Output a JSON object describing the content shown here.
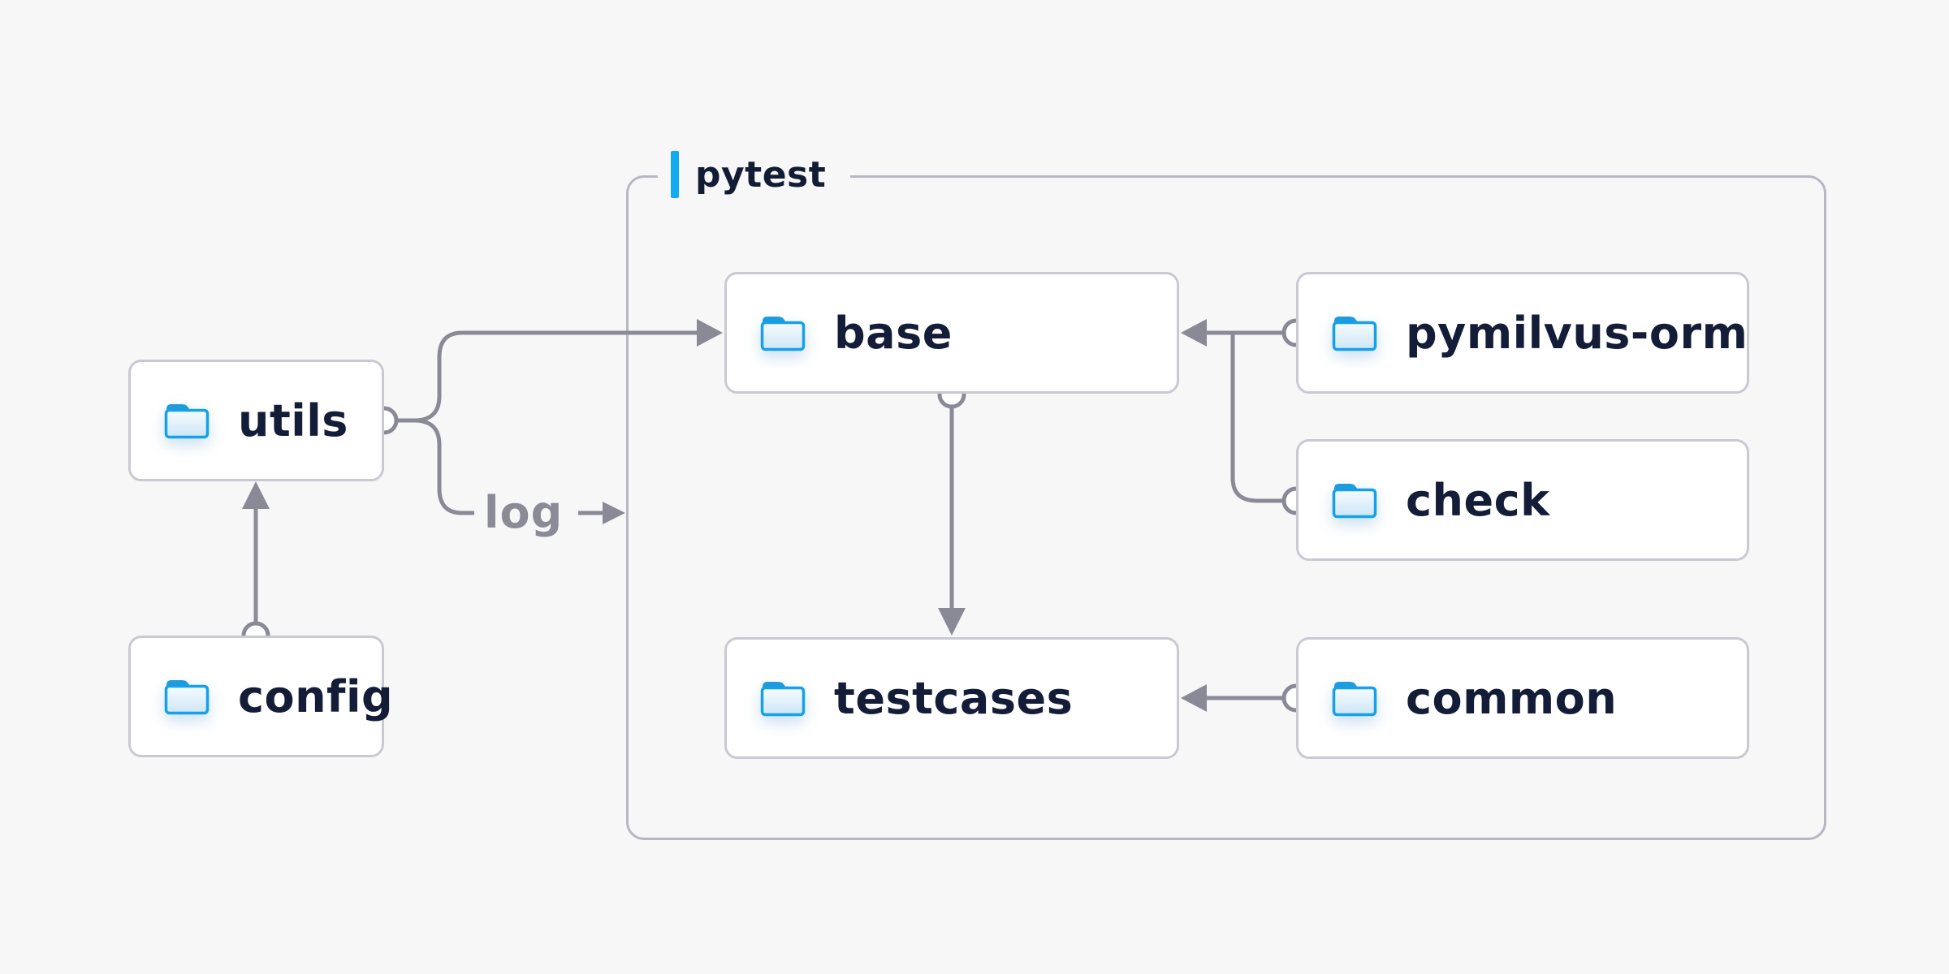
{
  "diagram": {
    "background_color": "#f7f7f8",
    "colors": {
      "accent_blue": "#13aaf0",
      "folder_blue_stroke": "#14a1e9",
      "folder_tab_blue": "#1f9ada",
      "text_navy": "#141d38",
      "connector_gray": "#8a8a97",
      "node_border": "#c9c9d3",
      "group_border": "#b7b7c3",
      "node_fill": "#ffffff"
    },
    "group": {
      "label": "pytest"
    },
    "nodes": [
      {
        "id": "utils",
        "label": "utils"
      },
      {
        "id": "config",
        "label": "config"
      },
      {
        "id": "base",
        "label": "base"
      },
      {
        "id": "pymilvus-orm",
        "label": "pymilvus-orm"
      },
      {
        "id": "check",
        "label": "check"
      },
      {
        "id": "testcases",
        "label": "testcases"
      },
      {
        "id": "common",
        "label": "common"
      }
    ],
    "edge_label": "log",
    "edges": [
      {
        "from": "config",
        "to": "utils"
      },
      {
        "from": "utils",
        "to": "base"
      },
      {
        "from": "utils",
        "to": "log"
      },
      {
        "from": "base",
        "to": "testcases"
      },
      {
        "from": "pymilvus-orm",
        "to": "base"
      },
      {
        "from": "check",
        "to": "base"
      },
      {
        "from": "common",
        "to": "testcases"
      }
    ]
  }
}
